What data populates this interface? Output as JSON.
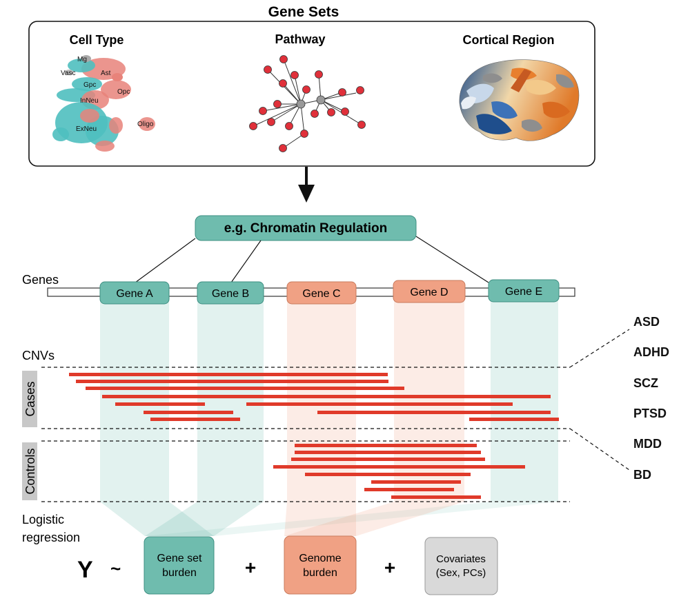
{
  "header": {
    "title": "Gene Sets"
  },
  "gene_set_panels": [
    {
      "title": "Cell Type"
    },
    {
      "title": "Pathway"
    },
    {
      "title": "Cortical Region"
    }
  ],
  "cell_type_labels": [
    "Mg",
    "Vasc",
    "Ast",
    "Gpc",
    "Opc",
    "InNeu",
    "Oligo",
    "ExNeu"
  ],
  "gene_set_example": "e.g. Chromatin Regulation",
  "genes_label": "Genes",
  "genes": [
    {
      "name": "Gene A",
      "color": "#6fbcae"
    },
    {
      "name": "Gene B",
      "color": "#6fbcae"
    },
    {
      "name": "Gene C",
      "color": "#f0a184"
    },
    {
      "name": "Gene D",
      "color": "#f0a184"
    },
    {
      "name": "Gene E",
      "color": "#6fbcae"
    }
  ],
  "cnvs_label": "CNVs",
  "cases_label": "Cases",
  "controls_label": "Controls",
  "disorders": [
    "ASD",
    "ADHD",
    "SCZ",
    "PTSD",
    "MDD",
    "BD"
  ],
  "regression_label": [
    "Logistic",
    "regression"
  ],
  "equation": {
    "y": "Y",
    "tilde": "~",
    "plus": "+",
    "terms": [
      {
        "lines": [
          "Gene set",
          "burden"
        ],
        "color": "#6fbcae"
      },
      {
        "lines": [
          "Genome",
          "burden"
        ],
        "color": "#f0a184"
      },
      {
        "lines": [
          "Covariates",
          "(Sex, PCs)"
        ],
        "color": "#d9d9d9"
      }
    ]
  },
  "colors": {
    "teal": "#6fbcae",
    "salmon": "#f0a184",
    "cnv_red": "#e03a2a",
    "gray": "#9a9a9a"
  }
}
